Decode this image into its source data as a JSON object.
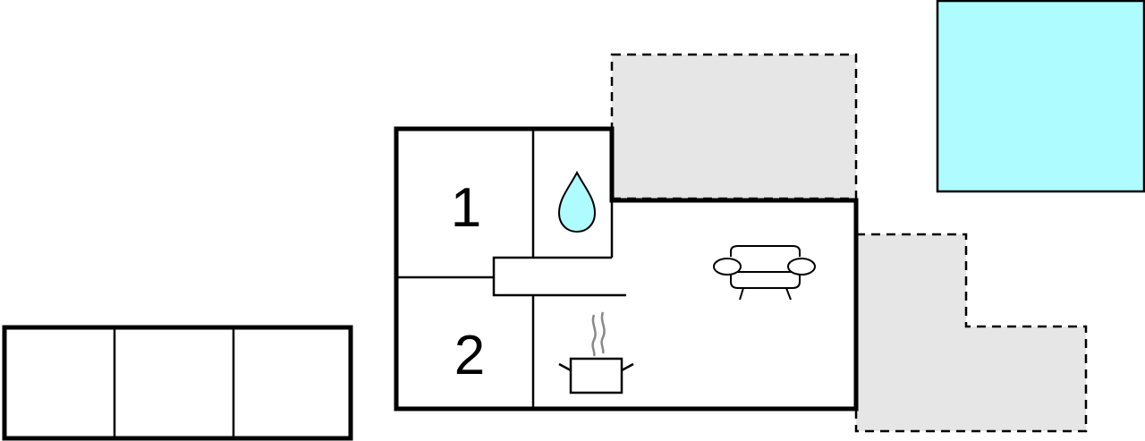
{
  "floorplan": {
    "rooms": [
      {
        "id": "bedroom-1",
        "label": "1"
      },
      {
        "id": "bedroom-2",
        "label": "2"
      },
      {
        "id": "bathroom",
        "icon": "water-drop-icon"
      },
      {
        "id": "living-room",
        "icon": "sofa-icon"
      },
      {
        "id": "kitchen",
        "icon": "cooking-pot-icon"
      }
    ],
    "colors": {
      "terrace": "#e6e6e6",
      "pool": "#aefcff",
      "water_drop": "#aefcff",
      "walls": "#000000"
    }
  }
}
